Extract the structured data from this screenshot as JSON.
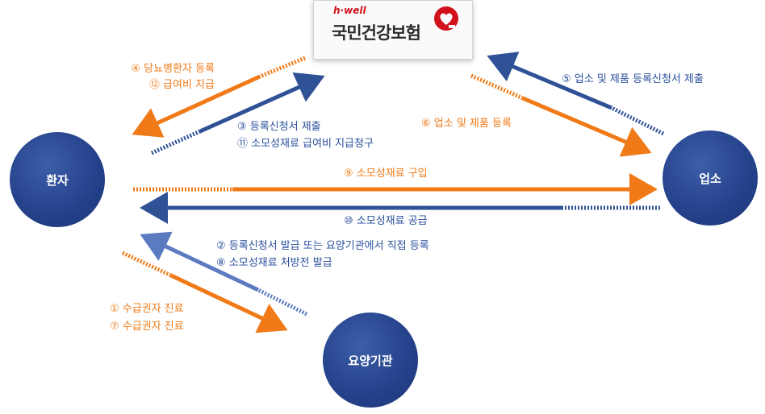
{
  "nodes": {
    "patient": "환자",
    "vendor": "업소",
    "institution": "요양기관"
  },
  "nhis": {
    "tagline": "h·well",
    "name": "국민건강보험",
    "logo_icon": "heart-logo-icon"
  },
  "steps": {
    "s4": "④ 당뇨병환자 등록",
    "s12": "⑫ 급여비 지급",
    "s3": "③ 등록신청서 제출",
    "s11": "⑪ 소모성재료 급여비 지급청구",
    "s5": "⑤ 업소 및 제품 등록신청서 제출",
    "s6": "⑥ 업소 및 제품 등록",
    "s9": "⑨ 소모성재료 구입",
    "s10": "⑩ 소모성재료 공급",
    "s2": "② 등록신청서 발급 또는 요양기관에서 직접 등록",
    "s8": "⑧ 소모성재료 처방전 발급",
    "s1": "① 수급권자 진료",
    "s7": "⑦ 수급권자 진료"
  },
  "colors": {
    "orange": "#f07a17",
    "blue": "#2f5196",
    "node": "#24418a",
    "brand_red": "#d1121b"
  }
}
